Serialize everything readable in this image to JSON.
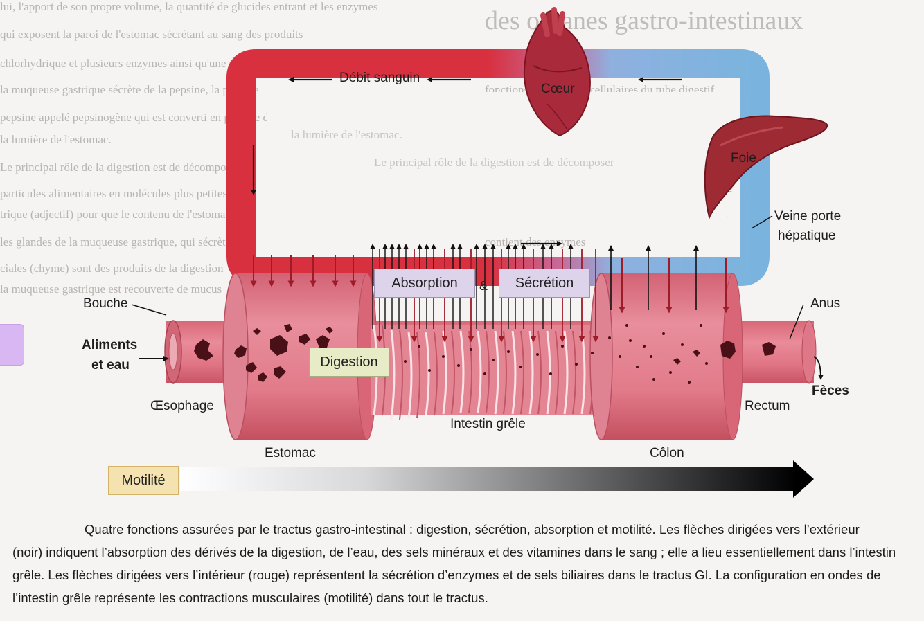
{
  "labels": {
    "debit_sanguin": "Débit sanguin",
    "coeur": "Cœur",
    "foie": "Foie",
    "veine_porte_line1": "Veine porte",
    "veine_porte_line2": "hépatique",
    "bouche": "Bouche",
    "aliments_line1": "Aliments",
    "aliments_line2": "et eau",
    "oesophage": "Œsophage",
    "estomac": "Estomac",
    "intestin_grele": "Intestin grêle",
    "colon": "Côlon",
    "rectum": "Rectum",
    "anus": "Anus",
    "feces": "Fèces",
    "ampersand": "&"
  },
  "boxes": {
    "absorption": "Absorption",
    "secretion": "Sécrétion",
    "digestion": "Digestion",
    "motilite": "Motilité"
  },
  "caption": {
    "line1": "Quatre fonctions assurées par le tractus gastro-intestinal : digestion, sécrétion, absorption et motilité. Les flèches dirigées vers l’extérieur",
    "rest": "(noir) indiquent l’absorption des dérivés de la digestion, de l’eau, des sels minéraux et des vitamines dans le sang ; elle a lieu essentiellement dans l’intestin grêle. Les flèches dirigées vers l’intérieur (rouge) représentent la sécrétion d’enzymes et de sels biliaires dans le tractus GI. La configuration en ondes de l’intestin grêle représente les contractions musculaires (motilité) dans tout le tractus."
  },
  "colors": {
    "artery_red": "#d6303f",
    "vein_blue": "#7ab4de",
    "tract_pink": "#e07b8b",
    "box_lavender": "#ddd3ea",
    "box_green": "#e8ecc6",
    "box_yellow": "#f4e3b0",
    "tab_purple": "#d9b7f2"
  }
}
